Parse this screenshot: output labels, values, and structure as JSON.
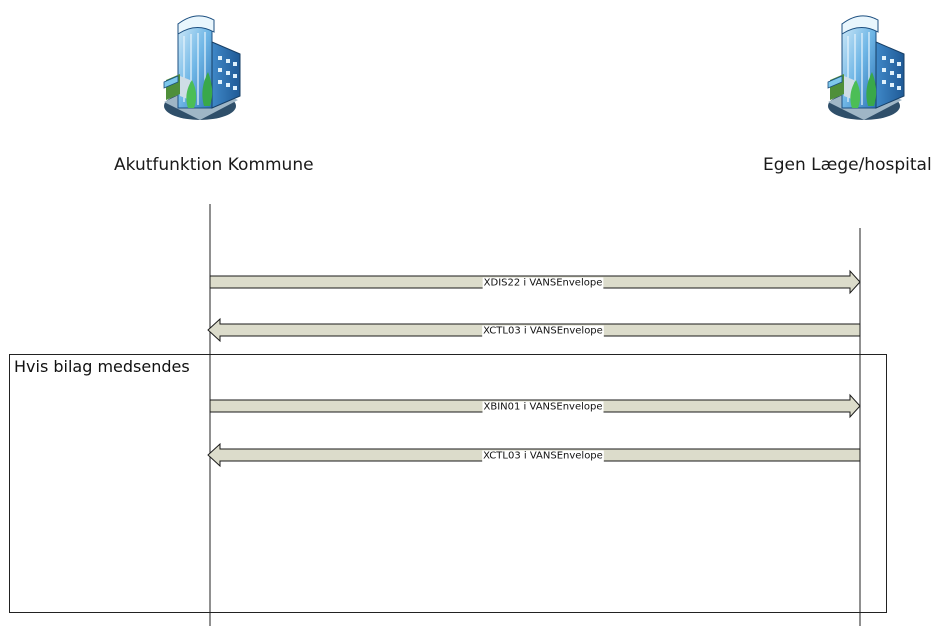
{
  "actors": [
    {
      "name": "Akutfunktion Kommune",
      "icon": "building-icon"
    },
    {
      "name": "Egen Læge/hospital",
      "icon": "building-icon"
    }
  ],
  "messages": [
    {
      "label": "XDIS22 i VANSEnvelope",
      "direction": "right"
    },
    {
      "label": "XCTL03 i VANSEnvelope",
      "direction": "left"
    },
    {
      "label": "XBIN01 i VANSEnvelope",
      "direction": "right"
    },
    {
      "label": "XCTL03 i VANSEnvelope",
      "direction": "left"
    }
  ],
  "frame": {
    "label": "Hvis bilag medsendes"
  },
  "colors": {
    "arrow_fill": "#dcdccb",
    "arrow_stroke": "#1a1a1a",
    "building_blue": "#3d8fd0",
    "building_green": "#39a84a"
  }
}
